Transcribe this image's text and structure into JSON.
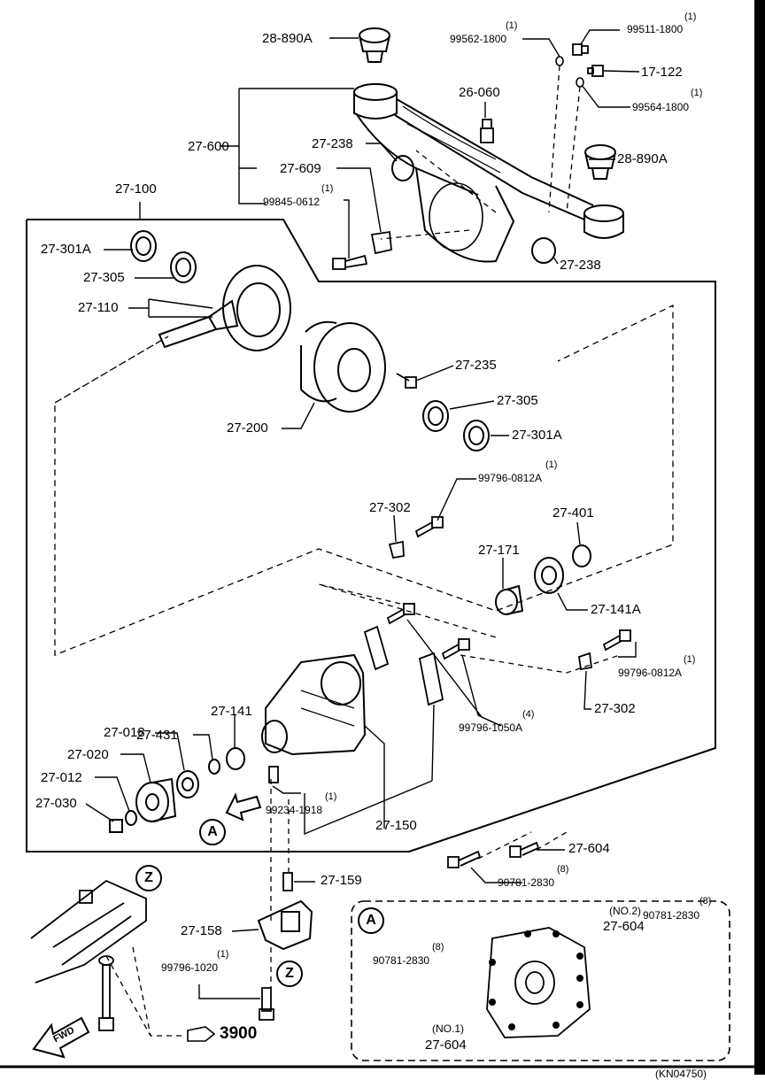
{
  "labels": {
    "l_28_890A_top": "28-890A",
    "l_99562_q": "(1)",
    "l_99562": "99562-1800",
    "l_99511_q": "(1)",
    "l_99511": "99511-1800",
    "l_17_122": "17-122",
    "l_99564_q": "(1)",
    "l_99564": "99564-1800",
    "l_26_060": "26-060",
    "l_27_238_top": "27-238",
    "l_27_600": "27-600",
    "l_28_890A_right": "28-890A",
    "l_27_609": "27-609",
    "l_27_100": "27-100",
    "l_99845_q": "(1)",
    "l_99845": "99845-0612",
    "l_27_301A_top": "27-301A",
    "l_27_238_right": "27-238",
    "l_27_305_top": "27-305",
    "l_27_110": "27-110",
    "l_27_235": "27-235",
    "l_27_305_mid": "27-305",
    "l_27_200": "27-200",
    "l_27_301A_mid": "27-301A",
    "l_99796_0812A_top_q": "(1)",
    "l_99796_0812A_top": "99796-0812A",
    "l_27_302_top": "27-302",
    "l_27_401": "27-401",
    "l_27_171": "27-171",
    "l_27_141A": "27-141A",
    "l_99796_0812A_r_q": "(1)",
    "l_99796_0812A_r": "99796-0812A",
    "l_27_141": "27-141",
    "l_27_302_r": "27-302",
    "l_27_431": "27-431",
    "l_99796_1050A_q": "(4)",
    "l_99796_1050A": "99796-1050A",
    "l_27_018": "27-018",
    "l_27_020": "27-020",
    "l_27_012": "27-012",
    "l_99234_q": "(1)",
    "l_99234": "99234-1918",
    "l_27_030": "27-030",
    "l_27_150": "27-150",
    "l_27_604": "27-604",
    "l_90781_q": "(8)",
    "l_90781": "90781-2830",
    "l_27_159": "27-159",
    "l_27_158": "27-158",
    "l_99796_1020_q": "(1)",
    "l_99796_1020": "99796-1020",
    "l_inset_no2": "(NO.2)",
    "l_inset_27_604_top": "27-604",
    "l_inset_90781_l_q": "(8)",
    "l_inset_90781_l": "90781-2830",
    "l_inset_90781_r_q": "(8)",
    "l_inset_90781_r": "90781-2830",
    "l_inset_no1": "(NO.1)",
    "l_inset_27_604_bot": "27-604",
    "l_3900": "3900",
    "l_fwd": "FWD",
    "l_footer_code": "(KN04750)"
  },
  "callouts": {
    "A_main": "A",
    "A_inset": "A",
    "Z_top": "Z",
    "Z_bottom": "Z"
  }
}
